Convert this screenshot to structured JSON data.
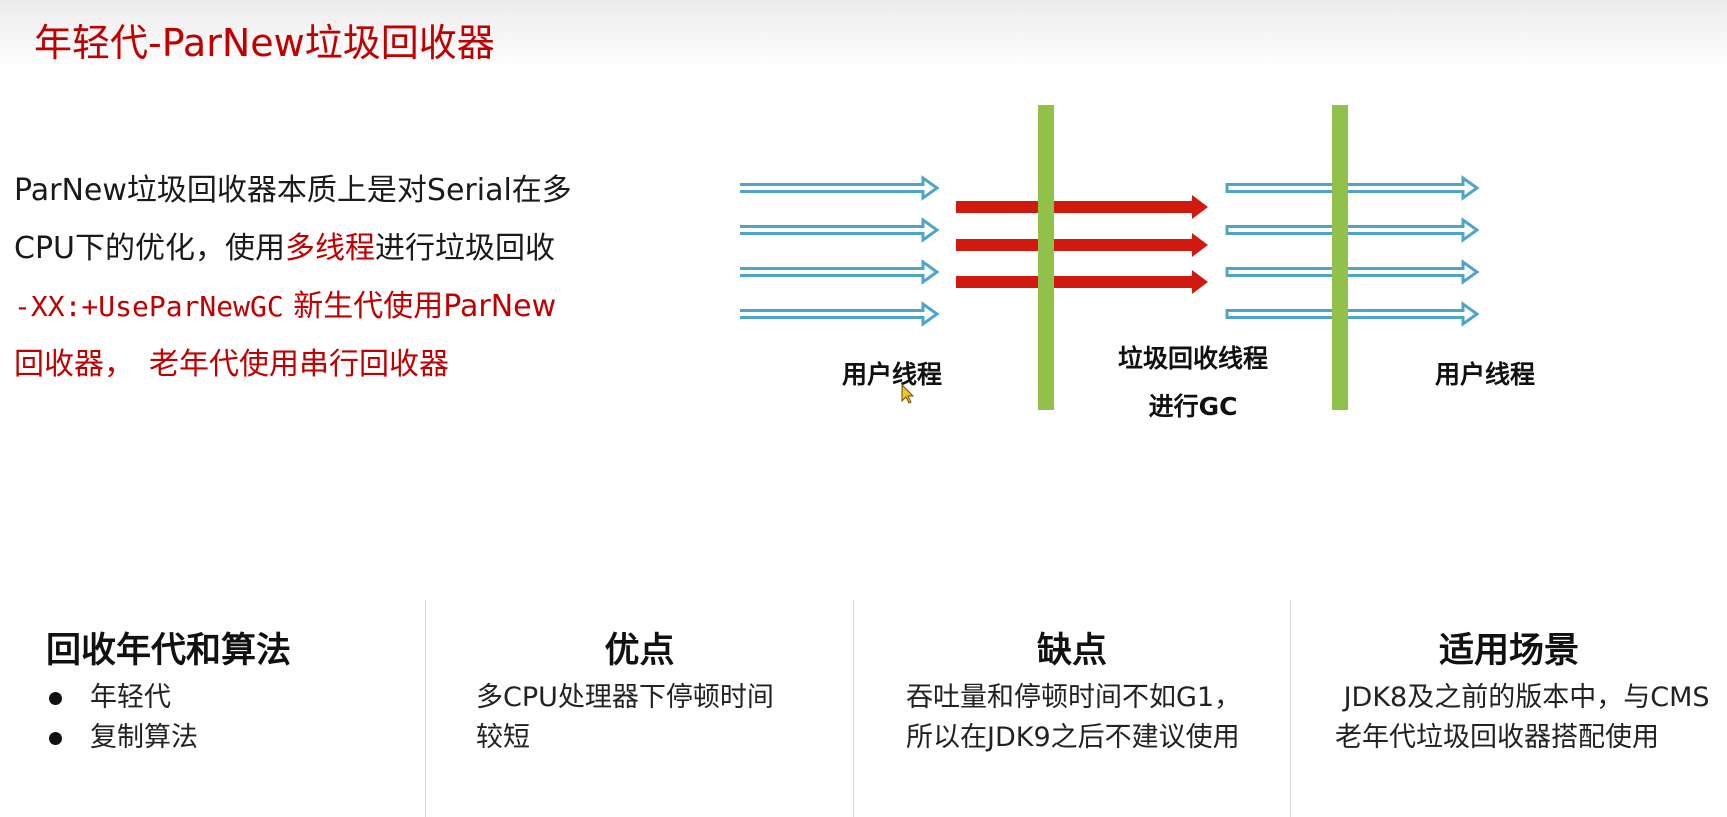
{
  "title": "年轻代-ParNew垃圾回收器",
  "intro": {
    "line1": "ParNew垃圾回收器本质上是对Serial在多",
    "line2_pre": "CPU下的优化，使用",
    "line2_red": "多线程",
    "line2_post": "进行垃圾回收",
    "flag": "-XX:+UseParNewGC",
    "flag_desc": "新生代使用ParNew",
    "line4": "回收器，　老年代使用串行回收器"
  },
  "diagram": {
    "left_label": "用户线程",
    "middle_label_1": "垃圾回收线程",
    "middle_label_2": "进行GC",
    "right_label": "用户线程",
    "user_thread_count": 4,
    "gc_thread_count": 3,
    "colors": {
      "user_arrow": "#4ea5c8",
      "gc_arrow": "#d11a0f",
      "barrier": "#92c14b"
    }
  },
  "bottom": {
    "col1": {
      "title": "回收年代和算法",
      "items": [
        "年轻代",
        "复制算法"
      ]
    },
    "col2": {
      "title": "优点",
      "lines": [
        "多CPU处理器下停顿时间",
        "较短"
      ]
    },
    "col3": {
      "title": "缺点",
      "lines": [
        "吞吐量和停顿时间不如G1，",
        "所以在JDK9之后不建议使用"
      ]
    },
    "col4": {
      "title": "适用场景",
      "lines": [
        " JDK8及之前的版本中，与CMS",
        "老年代垃圾回收器搭配使用"
      ]
    }
  },
  "colors": {
    "title": "#c00000",
    "accent_red": "#c00000"
  }
}
